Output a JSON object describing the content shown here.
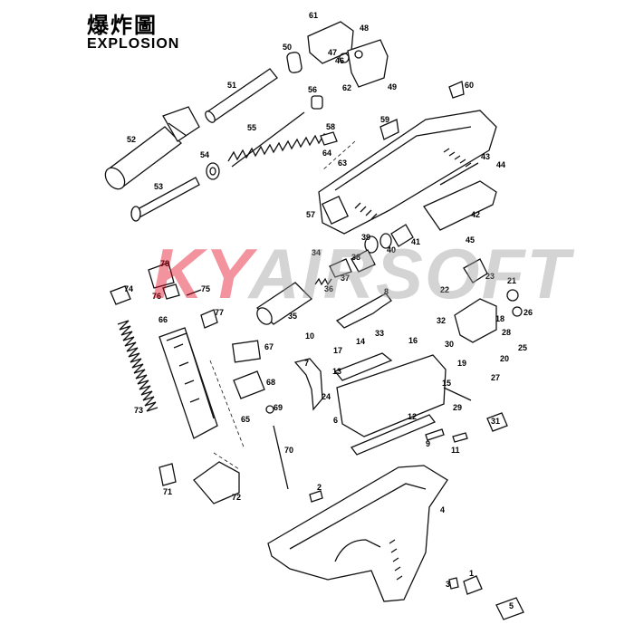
{
  "title_cn": "爆炸圖",
  "title_en": "EXPLOSION",
  "watermark": {
    "part1": "KY",
    "part2": "AIRSOFT",
    "color_red": "#e3001b",
    "color_gray": "#9a9a9a"
  },
  "part_numbers": [
    "1",
    "2",
    "3",
    "4",
    "5",
    "6",
    "7",
    "8",
    "9",
    "10",
    "11",
    "12",
    "13",
    "14",
    "15",
    "16",
    "17",
    "18",
    "19",
    "20",
    "21",
    "22",
    "23",
    "24",
    "25",
    "26",
    "27",
    "28",
    "29",
    "30",
    "31",
    "32",
    "33",
    "34",
    "35",
    "36",
    "37",
    "38",
    "39",
    "40",
    "41",
    "42",
    "43",
    "44",
    "45",
    "46",
    "47",
    "48",
    "49",
    "50",
    "51",
    "52",
    "53",
    "54",
    "55",
    "56",
    "57",
    "58",
    "59",
    "60",
    "61",
    "62",
    "63",
    "64",
    "65",
    "66",
    "67",
    "68",
    "69",
    "70",
    "71",
    "72",
    "73",
    "74",
    "75",
    "76",
    "77",
    "78"
  ]
}
